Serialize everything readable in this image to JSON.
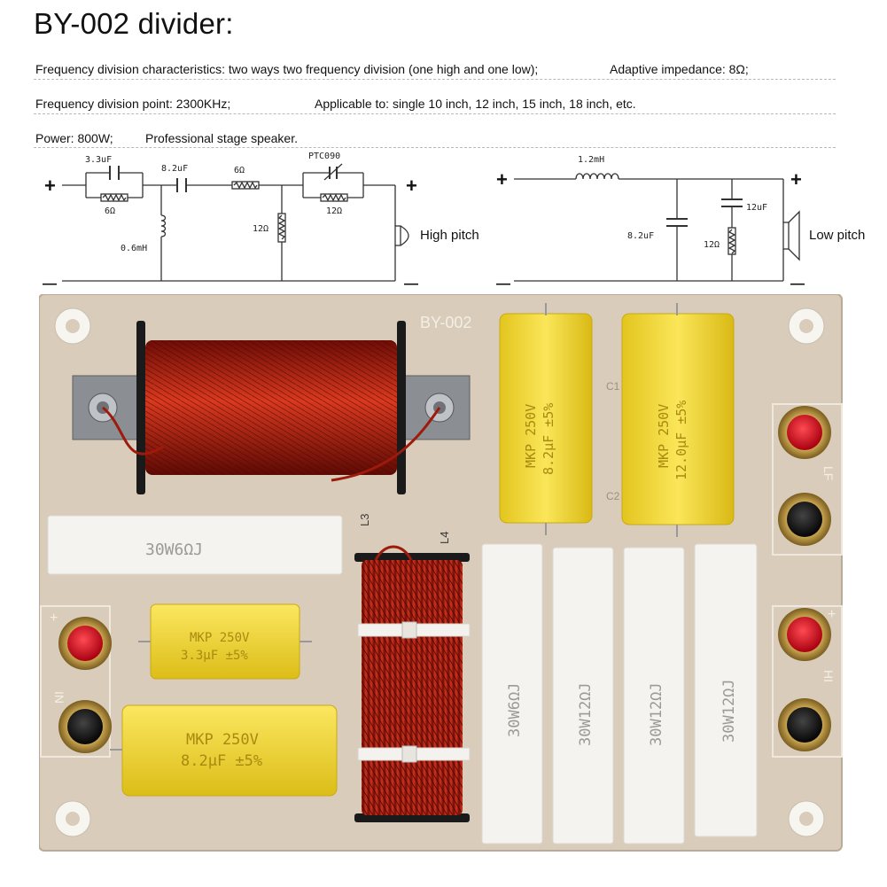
{
  "title": "BY-002 divider:",
  "specs": {
    "line1_left": "Frequency division characteristics: two ways two frequency division (one high and one low);",
    "line1_right": "Adaptive impedance: 8Ω;",
    "line2_left": "Frequency division point: 2300KHz;",
    "line2_right": "Applicable to: single 10 inch, 12 inch, 15 inch, 18 inch, etc.",
    "line3_left": "Power: 800W;",
    "line3_right": "Professional stage speaker."
  },
  "high_circuit": {
    "plus_left": "+",
    "minus_left": "—",
    "plus_right": "+",
    "minus_right": "—",
    "c1": "3.3uF",
    "r1": "6Ω",
    "c2": "8.2uF",
    "r2": "6Ω",
    "l1": "0.6mH",
    "r3": "12Ω",
    "ptc": "PTC090",
    "r4": "12Ω",
    "output_label": "High pitch"
  },
  "low_circuit": {
    "plus_left": "+",
    "minus_left": "—",
    "plus_right": "+",
    "minus_right": "—",
    "l1": "1.2mH",
    "c1": "8.2uF",
    "r1": "12Ω",
    "c2": "12uF",
    "output_label": "Low pitch"
  },
  "board": {
    "model": "BY-002",
    "res_top": "30W6ΩJ",
    "res_v1": "30W6ΩJ",
    "res_v2": "30W12ΩJ",
    "res_v3": "30W12ΩJ",
    "res_v4": "30W12ΩJ",
    "cap_small_l1": "MKP 250V",
    "cap_small_l2": "3.3μF ±5%",
    "cap_big_l1": "MKP 250V",
    "cap_big_l2": "8.2μF ±5%",
    "cap_y1_l1": "MKP 250V",
    "cap_y1_l2": "8.2μF ±5%",
    "cap_y2_l1": "MKP 250V",
    "cap_y2_l2": "12.0μF ±5%",
    "term_in": "IN",
    "term_lf": "LF",
    "term_hf": "HI",
    "coil_l3": "L3",
    "coil_l4": "L4",
    "silk_c1": "C1",
    "silk_c2": "C2",
    "plus": "+",
    "minus": "—"
  },
  "colors": {
    "board": "#d8cbb9",
    "copper": "#b01c10",
    "cap_yellow": "#f2dc3a",
    "resistor": "#f4f2ee",
    "terminal_red": "#d01020"
  }
}
